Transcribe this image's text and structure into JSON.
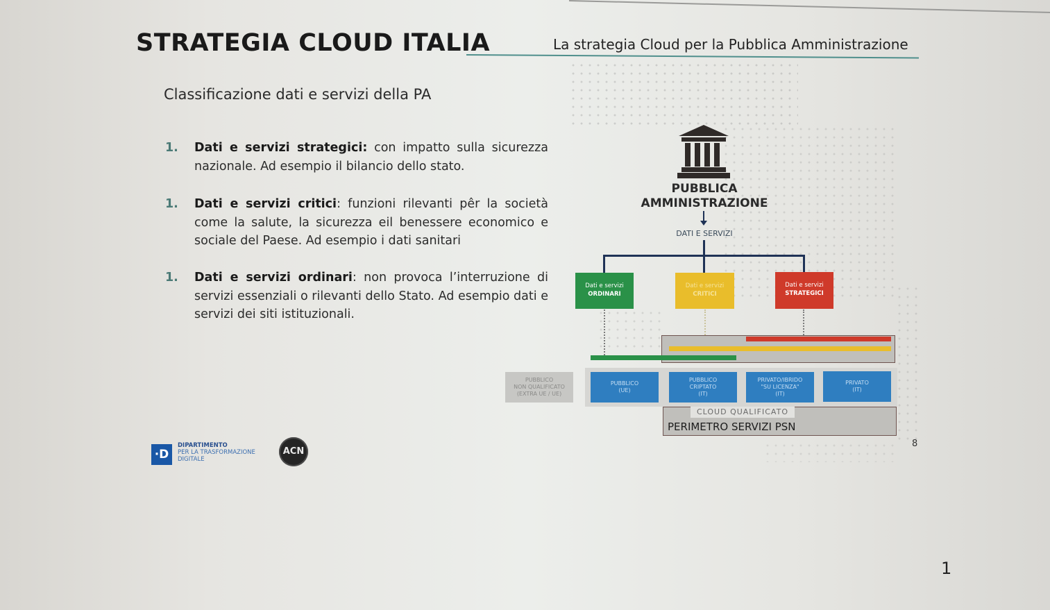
{
  "slide": {
    "title": "STRATEGIA CLOUD ITALIA",
    "subtitle": "La strategia Cloud per la Pubblica Amministrazione",
    "section_heading": "Classificazione dati e servizi della PA",
    "page_number_small": "8",
    "page_number": "1",
    "accent_color": "#4f8f8c"
  },
  "list": {
    "items": [
      {
        "number": "1.",
        "bold": "Dati e servizi strategici:",
        "text": " con impatto sulla sicurezza nazionale. Ad esempio il bilancio dello stato."
      },
      {
        "number": "1.",
        "bold": "Dati e servizi critici",
        "text": ": funzioni rilevanti pêr la società come la salute, la sicurezza eil benessere economico e sociale del Paese. Ad esempio i dati sanitari"
      },
      {
        "number": "1.",
        "bold": "Dati e servizi ordinari",
        "text": ": non provoca l’interruzione di servizi essenziali o rilevanti dello Stato. Ad esempio dati e servizi dei siti istituzionali."
      }
    ]
  },
  "diagram": {
    "pa_label_line1": "PUBBLICA",
    "pa_label_line2": "AMMINISTRAZIONE",
    "pa_icon": "building-columns-icon",
    "dati_label": "DATI E SERVIZI",
    "categories": [
      {
        "line1": "Dati e servizi",
        "line2": "ORDINARI",
        "color": "#2a9148"
      },
      {
        "line1": "Dati e servizi",
        "line2": "CRITICI",
        "color": "#e9bd2b"
      },
      {
        "line1": "Dati e servizi",
        "line2": "STRATEGICI",
        "color": "#cf3a2a"
      }
    ],
    "cloud_types": [
      {
        "line1": "PUBBLICO",
        "line2": "NON QUALIFICATO",
        "line3": "(EXTRA UE / UE)",
        "qualified": false
      },
      {
        "line1": "PUBBLICO",
        "line2": "(UE)",
        "line3": "",
        "qualified": true
      },
      {
        "line1": "PUBBLICO",
        "line2": "CRIPTATO",
        "line3": "(IT)",
        "qualified": true
      },
      {
        "line1": "PRIVATO/IBRIDO",
        "line2": "\"SU LICENZA\"",
        "line3": "(IT)",
        "qualified": true
      },
      {
        "line1": "PRIVATO",
        "line2": "(IT)",
        "line3": "",
        "qualified": true
      }
    ],
    "cloud_qualified_label": "CLOUD QUALIFICATO",
    "psn_label": "PERIMETRO SERVIZI PSN",
    "connector_color": "#1f3256",
    "cloud_box_color": "#2f7ec0"
  },
  "logos": {
    "dtd_mark": "·D",
    "dtd_line1": "DIPARTIMENTO",
    "dtd_line2": "PER LA TRASFORMAZIONE",
    "dtd_line3": "DIGITALE",
    "acn": "ACN"
  }
}
